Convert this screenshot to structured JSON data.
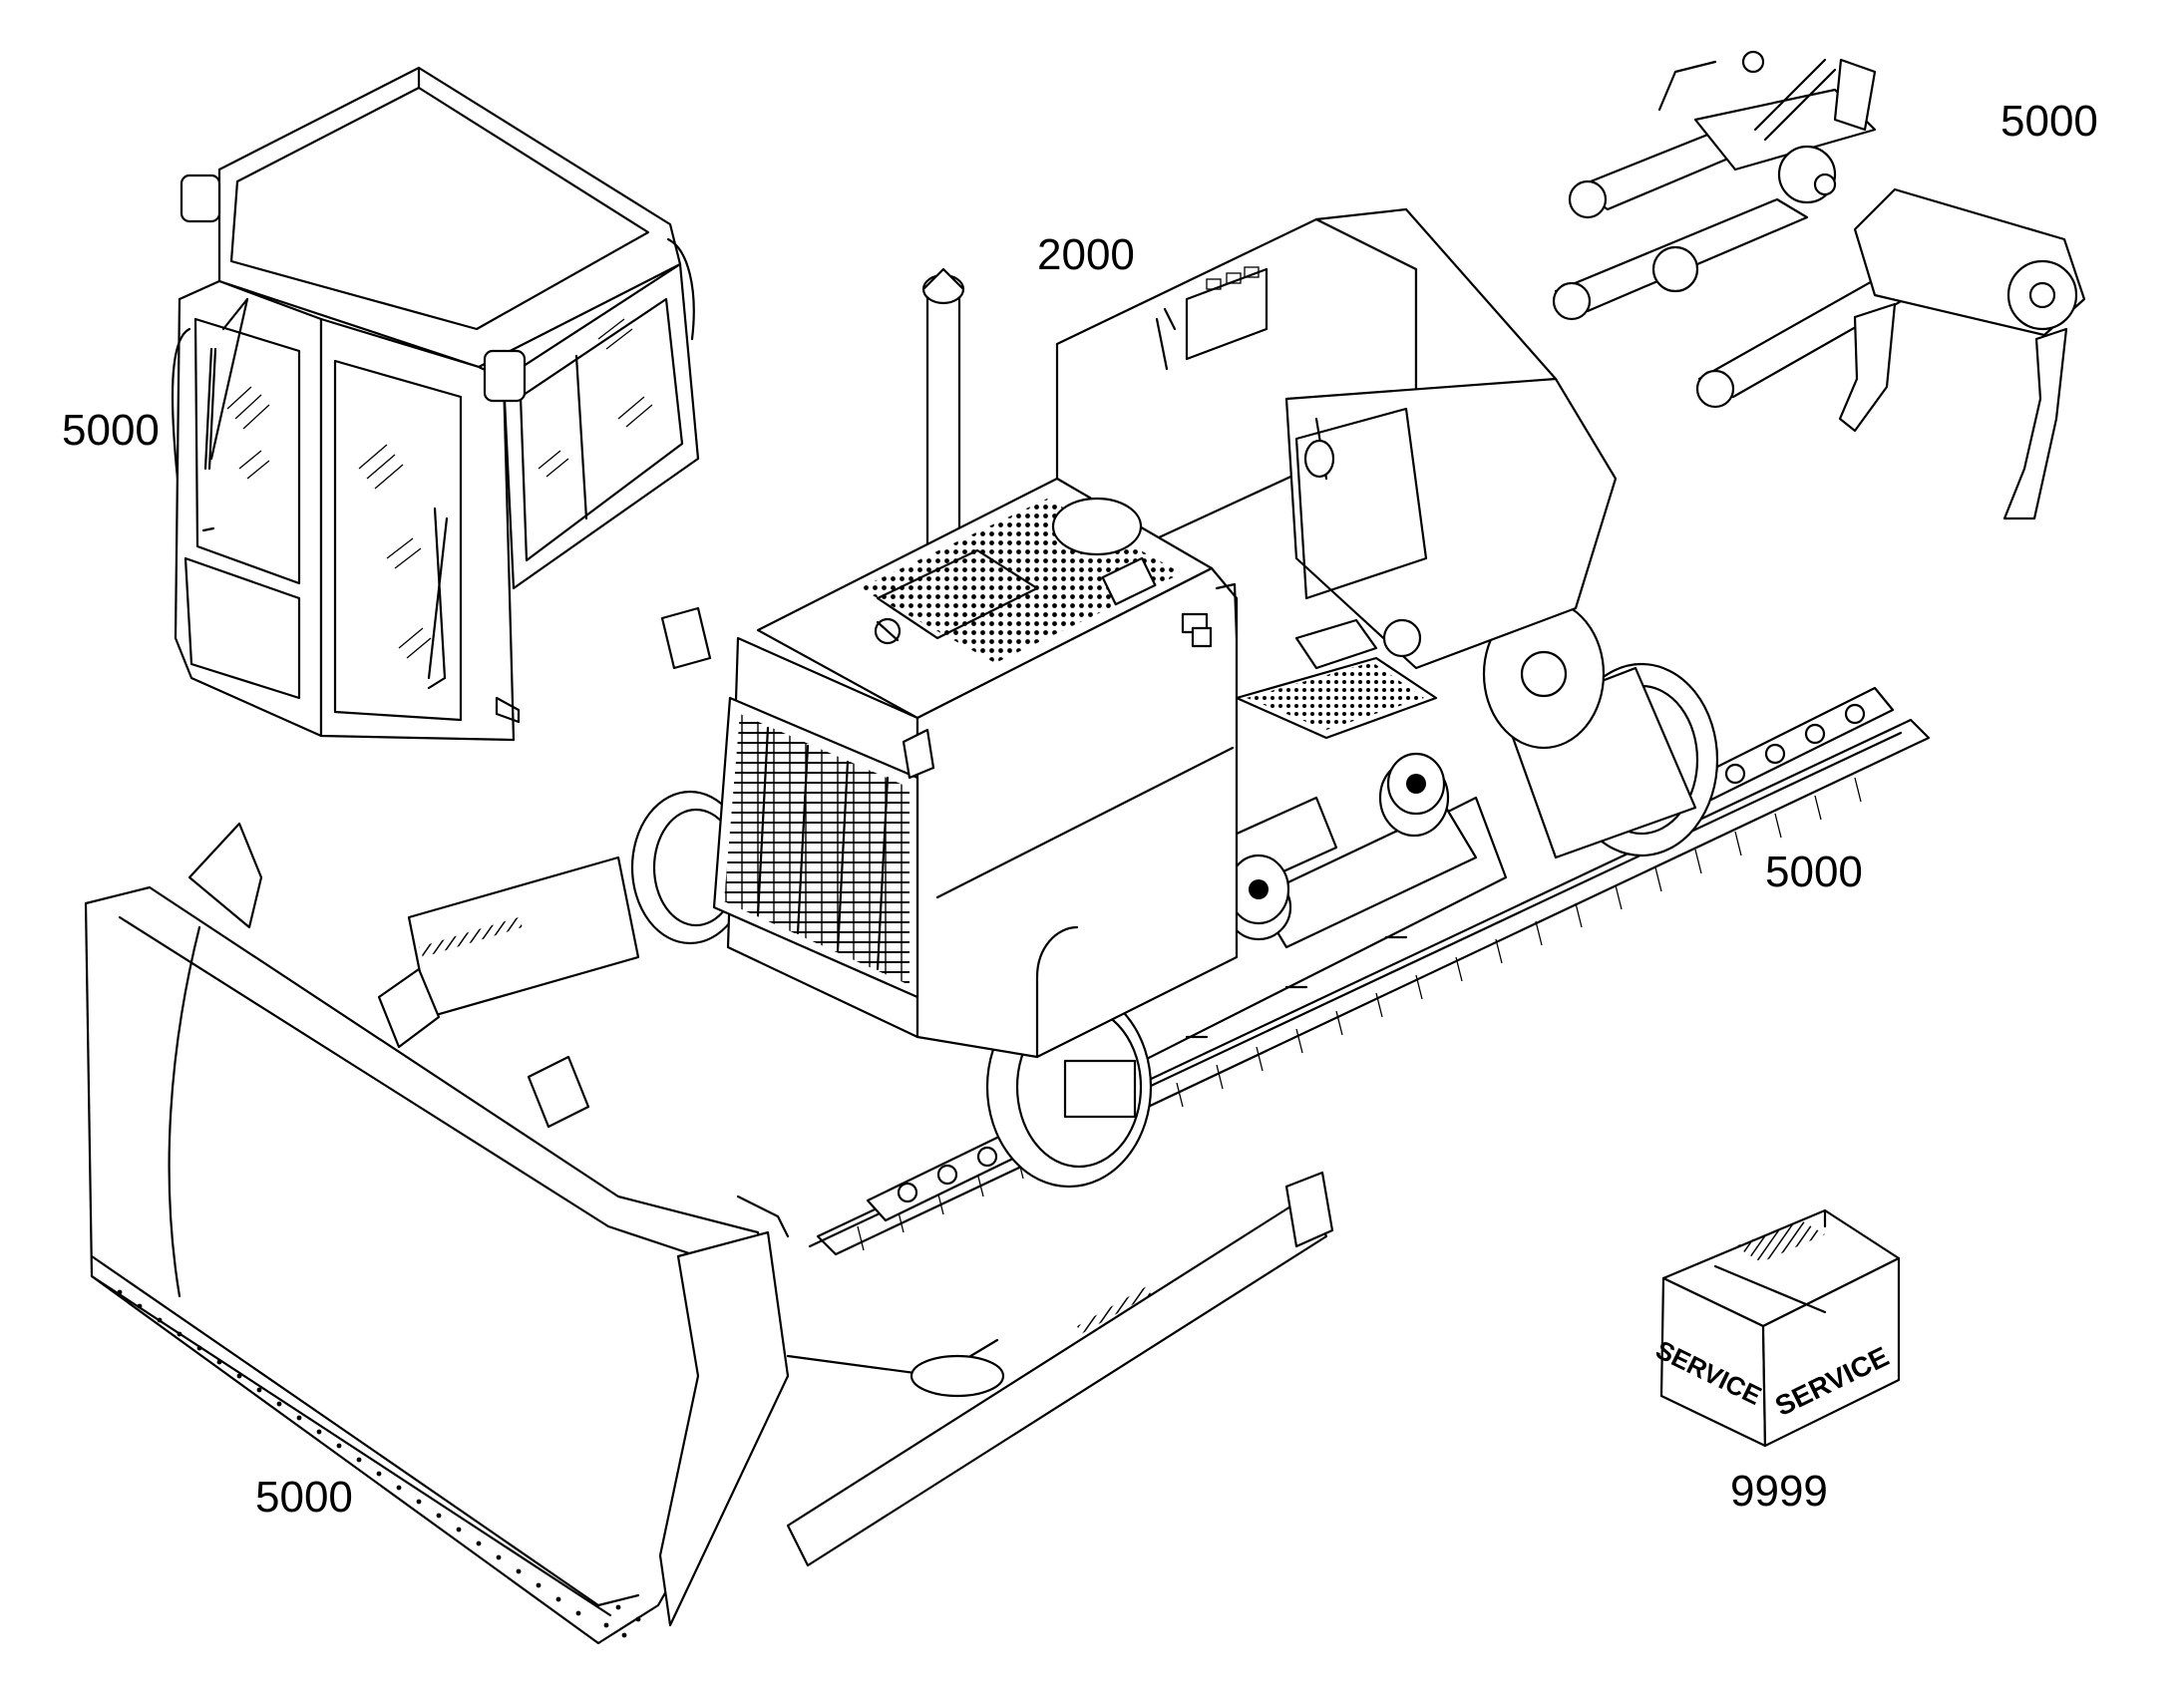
{
  "callouts": {
    "cab": "5000",
    "engine": "2000",
    "ripper": "5000",
    "track": "5000",
    "blade": "5000",
    "service_kit": "9999"
  },
  "service_box": {
    "label_left": "SERVICE",
    "label_right": "SERVICE"
  },
  "colors": {
    "line": "#000000",
    "background": "#ffffff"
  }
}
